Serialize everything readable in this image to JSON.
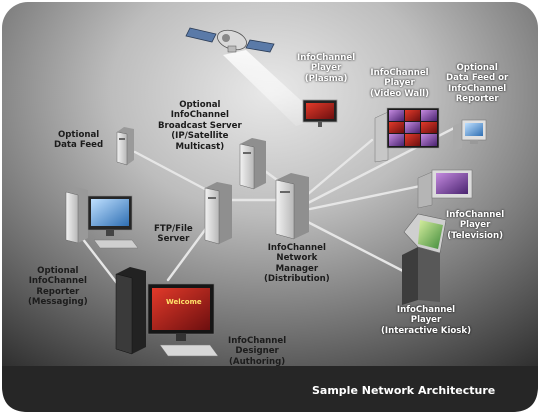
{
  "caption": "Sample Network Architecture",
  "colors": {
    "connection": "#e6e6e6",
    "dark_text": "#1c1c1c",
    "light_text": "#ffffff"
  },
  "nodes": {
    "optional_data_feed": {
      "lines": [
        "Optional",
        "Data Feed"
      ],
      "icon": "server-tower-icon"
    },
    "broadcast_server": {
      "lines": [
        "Optional",
        "InfoChannel",
        "Broadcast Server",
        "(IP/Satellite",
        "Multicast)"
      ],
      "icon": "server-tower-icon"
    },
    "satellite": {
      "icon": "satellite-icon"
    },
    "player_plasma": {
      "lines": [
        "InfoChannel",
        "Player",
        "(Plasma)"
      ],
      "icon": "plasma-display-icon"
    },
    "player_video_wall": {
      "lines": [
        "InfoChannel",
        "Player",
        "(Video Wall)"
      ],
      "icon": "video-wall-icon"
    },
    "optional_feed_reporter": {
      "lines": [
        "Optional",
        "Data Feed or",
        "InfoChannel",
        "Reporter"
      ],
      "icon": "workstation-icon"
    },
    "ftp_server": {
      "lines": [
        "FTP/File",
        "Server"
      ],
      "icon": "server-tower-icon"
    },
    "network_manager": {
      "lines": [
        "InfoChannel",
        "Network",
        "Manager",
        "(Distribution)"
      ],
      "icon": "server-tower-icon"
    },
    "player_television": {
      "lines": [
        "InfoChannel",
        "Player",
        "(Television)"
      ],
      "icon": "television-icon"
    },
    "optional_reporter": {
      "lines": [
        "Optional",
        "InfoChannel",
        "Reporter",
        "(Messaging)"
      ],
      "icon": "workstation-icon"
    },
    "player_kiosk": {
      "lines": [
        "InfoChannel",
        "Player",
        "(Interactive Kiosk)"
      ],
      "icon": "kiosk-icon"
    },
    "designer": {
      "lines": [
        "InfoChannel",
        "Designer",
        "(Authoring)"
      ],
      "icon": "workstation-icon",
      "screen_text": "Welcome"
    }
  }
}
